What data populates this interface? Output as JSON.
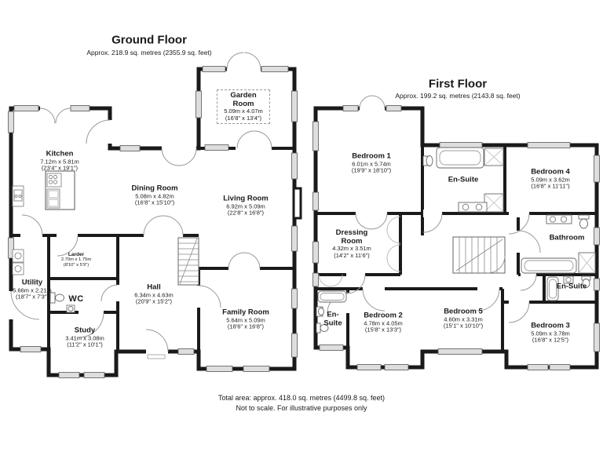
{
  "ground_floor": {
    "title": "Ground Floor",
    "subtitle": "Approx. 218.9 sq. metres (2355.9 sq. feet)",
    "rooms": {
      "garden_room": {
        "name": "Garden Room",
        "metric": "5.09m x 4.07m",
        "imperial": "(16'8\" x 13'4\")"
      },
      "kitchen": {
        "name": "Kitchen",
        "metric": "7.12m x 5.81m",
        "imperial": "(23'4\" x 19'1\")"
      },
      "dining_room": {
        "name": "Dining Room",
        "metric": "5.08m x 4.82m",
        "imperial": "(16'8\" x 15'10\")"
      },
      "living_room": {
        "name": "Living Room",
        "metric": "6.92m x 5.09m",
        "imperial": "(22'8\" x 16'8\")"
      },
      "larder": {
        "name": "Larder",
        "metric": "2.70m x 1.75m",
        "imperial": "(8'10\" x 5'9\")"
      },
      "utility": {
        "name": "Utility",
        "metric": "5.66m x 2.21m",
        "imperial": "(18'7\" x 7'3\")"
      },
      "wc": {
        "name": "WC"
      },
      "hall": {
        "name": "Hall",
        "metric": "6.34m x 4.63m",
        "imperial": "(20'9\" x 15'2\")"
      },
      "study": {
        "name": "Study",
        "metric": "3.41m x 3.08m",
        "imperial": "(11'2\" x 10'1\")"
      },
      "family_room": {
        "name": "Family Room",
        "metric": "5.64m x 5.09m",
        "imperial": "(18'6\" x 16'8\")"
      }
    }
  },
  "first_floor": {
    "title": "First Floor",
    "subtitle": "Approx. 199.2 sq. metres (2143.8 sq. feet)",
    "rooms": {
      "bedroom_1": {
        "name": "Bedroom 1",
        "metric": "6.01m x 5.74m",
        "imperial": "(19'9\" x 18'10\")"
      },
      "en_suite_master": {
        "name": "En-Suite"
      },
      "bedroom_4": {
        "name": "Bedroom 4",
        "metric": "5.09m x 3.62m",
        "imperial": "(16'8\" x 11'11\")"
      },
      "dressing_room": {
        "name": "Dressing Room",
        "metric": "4.32m x 3.51m",
        "imperial": "(14'2\" x 11'6\")"
      },
      "bathroom": {
        "name": "Bathroom"
      },
      "en_suite_right": {
        "name": "En-Suite"
      },
      "en_suite_left": {
        "name": "En-Suite"
      },
      "bedroom_2": {
        "name": "Bedroom 2",
        "metric": "4.78m x 4.05m",
        "imperial": "(15'8\" x 13'3\")"
      },
      "bedroom_5": {
        "name": "Bedroom 5",
        "metric": "4.60m x 3.31m",
        "imperial": "(15'1\" x 10'10\")"
      },
      "bedroom_3": {
        "name": "Bedroom 3",
        "metric": "5.09m x 3.78m",
        "imperial": "(16'8\" x 12'5\")"
      }
    }
  },
  "footer": {
    "line1": "Total area: approx. 418.0 sq. metres (4499.8 sq. feet)",
    "line2": "Not to scale. For illustrative purposes only"
  },
  "colors": {
    "wall": "#1a1a1a",
    "window_fill": "#dedede",
    "door_arc": "#999999",
    "text": "#1a1a1a",
    "background": "#ffffff"
  }
}
